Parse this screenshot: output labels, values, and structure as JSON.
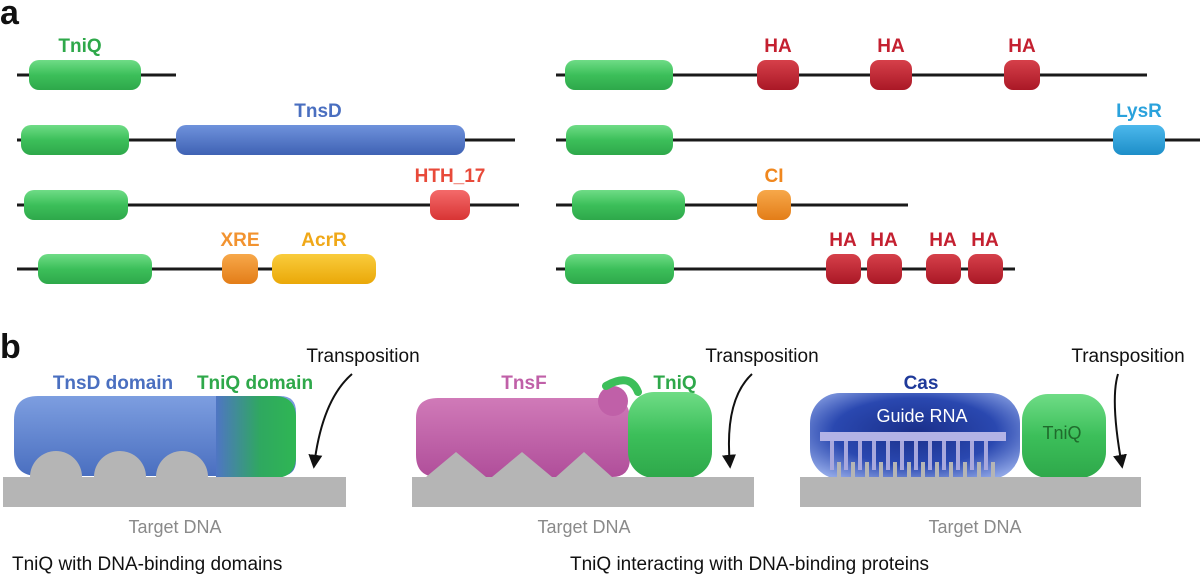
{
  "panel_a": {
    "letter": "a",
    "domain_labels": {
      "tniq": "TniQ",
      "tnsd": "TnsD",
      "hth17": "HTH_17",
      "xre": "XRE",
      "acrr": "AcrR",
      "ha": "HA",
      "lysr": "LysR",
      "ci": "CI"
    }
  },
  "panel_b": {
    "letter": "b",
    "transposition": "Transposition",
    "target_dna": "Target DNA",
    "left": {
      "tnsd_domain": "TnsD domain",
      "tniq_domain": "TniQ domain",
      "caption": "TniQ with DNA-binding domains"
    },
    "middle": {
      "tnsf": "TnsF",
      "tniq": "TniQ"
    },
    "right": {
      "cas": "Cas",
      "guide_rna": "Guide RNA",
      "tniq": "TniQ"
    },
    "caption_right": "TniQ interacting with DNA-binding proteins"
  },
  "colors": {
    "tniq": "#3cbf5a",
    "tnsd": "#4a6fc0",
    "hth17": "#e84a4a",
    "xre": "#f29330",
    "acrr": "#f5b80f",
    "ha": "#c42030",
    "lysr": "#2aa2dc",
    "ci": "#f0871e",
    "tnsf": "#c060a8",
    "cas": "#1f3a9a",
    "dna": "#b5b5b5"
  }
}
